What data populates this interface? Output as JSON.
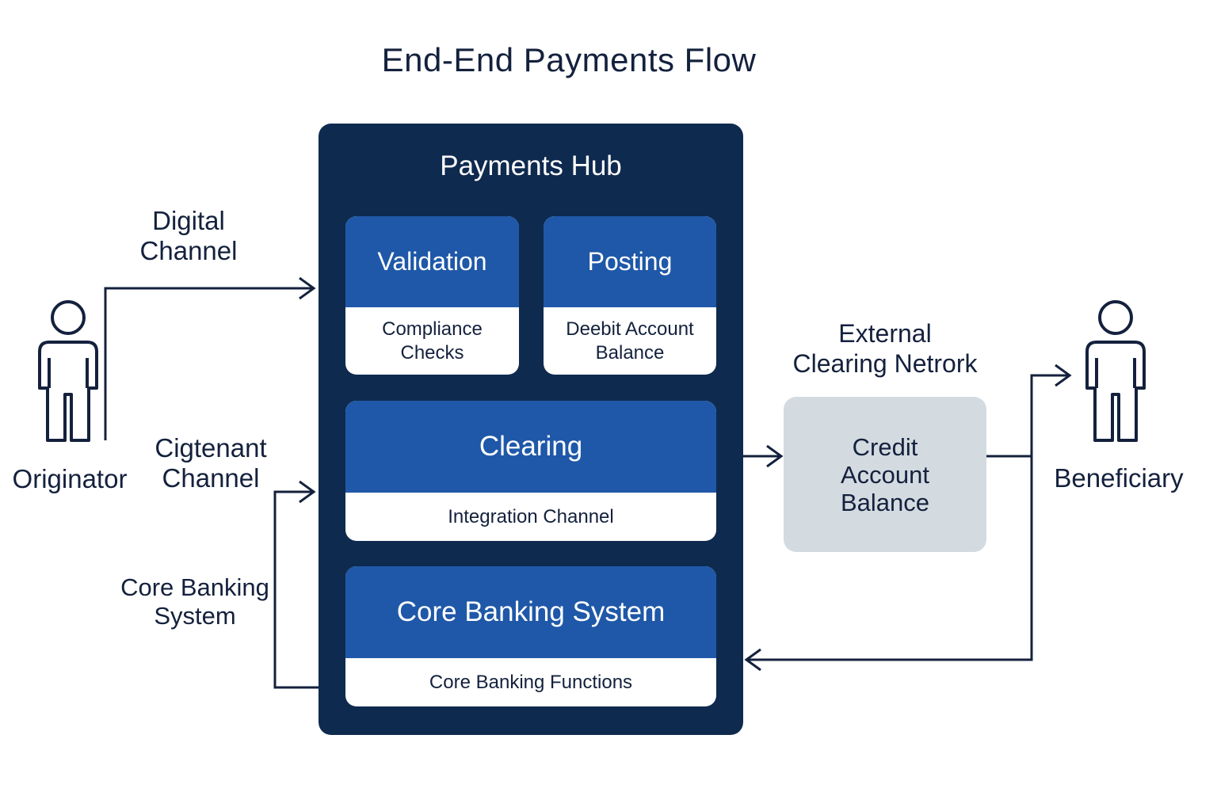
{
  "title": "End-End Payments Flow",
  "actors": {
    "originator": "Originator",
    "beneficiary": "Beneficiary"
  },
  "channels": {
    "digital": [
      "Digital",
      "Channel"
    ],
    "cigtenant": [
      "Cigtenant",
      "Channel"
    ],
    "core_banking": [
      "Core Banking",
      "System"
    ]
  },
  "hub": {
    "title": "Payments Hub",
    "validation": {
      "head": "Validation",
      "body": [
        "Compliance",
        "Checks"
      ]
    },
    "posting": {
      "head": "Posting",
      "body": [
        "Deebit Account",
        "Balance"
      ]
    },
    "clearing": {
      "head": "Clearing",
      "body": "Integration Channel"
    },
    "core": {
      "head": "Core Banking System",
      "body": "Core Banking Functions"
    }
  },
  "external": {
    "label": [
      "External",
      "Clearing Netrork"
    ],
    "box": [
      "Credit",
      "Account",
      "Balance"
    ]
  },
  "colors": {
    "hub_bg": "#0f2a4f",
    "card_head": "#1f58a8",
    "external_box": "#d3dbe1",
    "ink": "#14213d"
  }
}
